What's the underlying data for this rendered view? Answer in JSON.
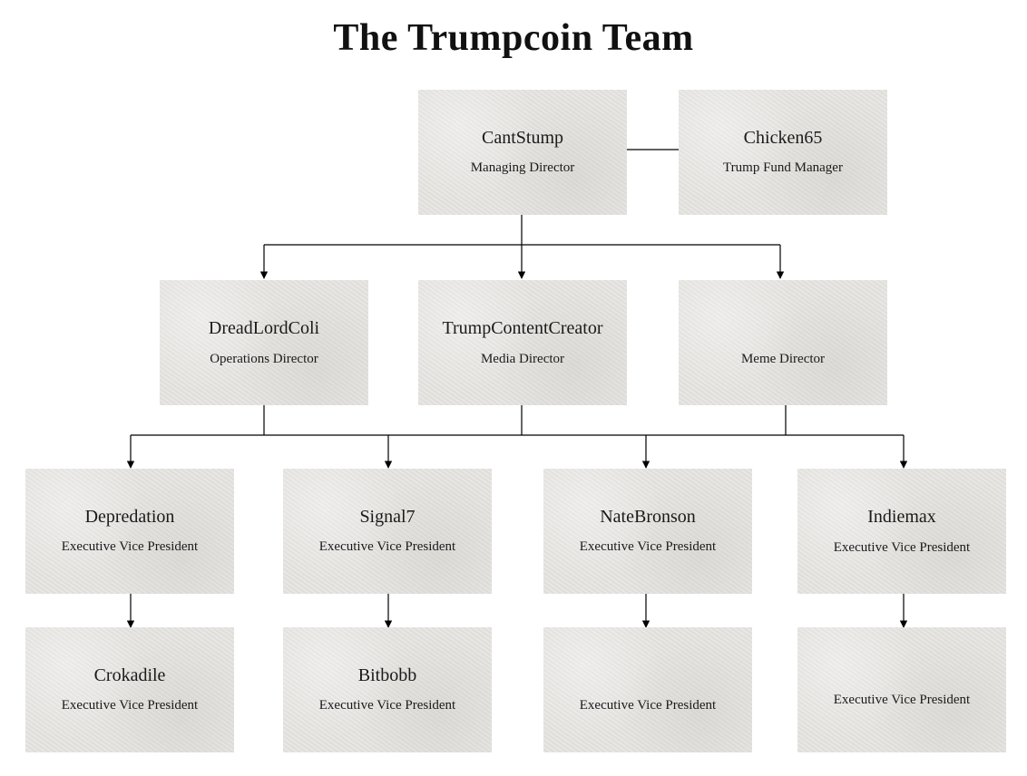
{
  "title": "The Trumpcoin Team",
  "nodes": {
    "cantstump": {
      "name": "CantStump",
      "role": "Managing Director"
    },
    "chicken65": {
      "name": "Chicken65",
      "role": "Trump Fund Manager"
    },
    "dreadlordcoli": {
      "name": "DreadLordColi",
      "role": "Operations Director"
    },
    "trumpcontentcreator": {
      "name": "TrumpContentCreator",
      "role": "Media Director"
    },
    "meme": {
      "name": "",
      "role": "Meme Director"
    },
    "depredation": {
      "name": "Depredation",
      "role": "Executive Vice President"
    },
    "signal7": {
      "name": "Signal7",
      "role": "Executive Vice President"
    },
    "natebronson": {
      "name": "NateBronson",
      "role": "Executive Vice President"
    },
    "indiemax": {
      "name": "Indiemax",
      "role": "Executive Vice President"
    },
    "crokadile": {
      "name": "Crokadile",
      "role": "Executive Vice President"
    },
    "bitbobb": {
      "name": "Bitbobb",
      "role": "Executive Vice President"
    },
    "evp3": {
      "name": "",
      "role": "Executive Vice President"
    },
    "evp4": {
      "name": "",
      "role": "Executive Vice President"
    }
  }
}
